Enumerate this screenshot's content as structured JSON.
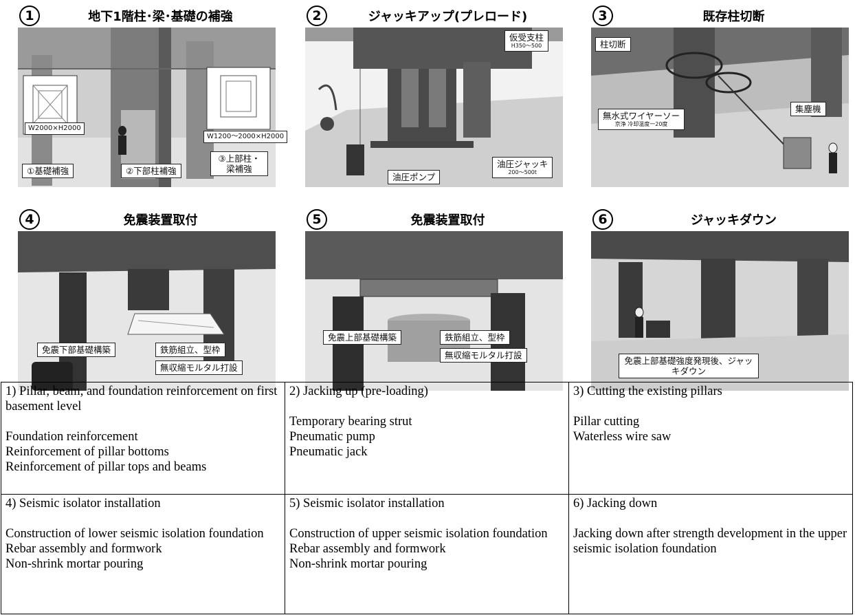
{
  "panels": [
    {
      "number": "1",
      "title": "地下1階柱･梁･基礎の補強",
      "labels": {
        "dims_left": "W2000×H2000",
        "dims_right": "W1200～2000×H2000",
        "foundation": "①基礎補強",
        "lower_pillar": "②下部柱補強",
        "upper_beam": "③上部柱・梁補強"
      }
    },
    {
      "number": "2",
      "title": "ジャッキアップ(プレロード)",
      "labels": {
        "strut": "仮受支柱",
        "strut_sub": "H350～500",
        "pump": "油圧ポンプ",
        "jack": "油圧ジャッキ",
        "jack_sub": "200～500t"
      }
    },
    {
      "number": "3",
      "title": "既存柱切断",
      "labels": {
        "cut": "柱切断",
        "saw": "無水式ワイヤーソー",
        "saw_sub": "京浄  冷却温度一20度",
        "dust": "集塵機"
      }
    },
    {
      "number": "4",
      "title": "免震装置取付",
      "labels": {
        "lower_base": "免震下部基礎構築",
        "rebar": "鉄筋組立、型枠",
        "mortar": "無収縮モルタル打設"
      }
    },
    {
      "number": "5",
      "title": "免震装置取付",
      "labels": {
        "upper_base": "免震上部基礎構築",
        "rebar": "鉄筋組立、型枠",
        "mortar": "無収縮モルタル打設"
      }
    },
    {
      "number": "6",
      "title": "ジャッキダウン",
      "labels": {
        "jackdown": "免震上部基礎強度発現後、ジャッキダウン"
      }
    }
  ],
  "table": [
    {
      "caption": "1) Pillar, beam, and foundation reinforcement on first basement level",
      "items": [
        "Foundation reinforcement",
        "Reinforcement of pillar bottoms",
        "Reinforcement of pillar tops and beams"
      ]
    },
    {
      "caption": "2) Jacking up (pre-loading)",
      "items": [
        "Temporary bearing strut",
        "Pneumatic pump",
        "Pneumatic jack"
      ]
    },
    {
      "caption": "3) Cutting the existing pillars",
      "items": [
        "Pillar cutting",
        "Waterless wire saw"
      ]
    },
    {
      "caption": "4) Seismic isolator installation",
      "items": [
        "Construction of lower seismic isolation foundation",
        "Rebar assembly and formwork",
        "Non-shrink mortar pouring"
      ]
    },
    {
      "caption": "5) Seismic isolator installation",
      "items": [
        "Construction of upper seismic isolation foundation",
        "Rebar assembly and formwork",
        "Non-shrink mortar pouring"
      ]
    },
    {
      "caption": "6) Jacking down",
      "items": [
        "Jacking down after strength development in the upper seismic isolation foundation"
      ]
    }
  ]
}
